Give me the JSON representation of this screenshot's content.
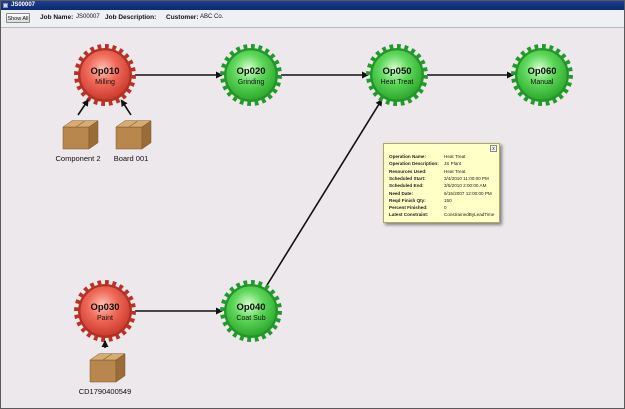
{
  "window": {
    "title": "JS00007"
  },
  "toolbar": {
    "show_all_label": "Show All",
    "job_name_label": "Job Name:",
    "job_name_value": "JS00007",
    "job_description_label": "Job Description:",
    "job_description_value": "",
    "customer_label": "Customer:",
    "customer_value": "ABC Co."
  },
  "colors": {
    "completed_node": "#e04a3a",
    "pending_node": "#3cc43c",
    "tooltip_bg": "#ffffc8"
  },
  "operations": [
    {
      "id": "Op010",
      "name": "Milling",
      "status": "completed"
    },
    {
      "id": "Op020",
      "name": "Grinding",
      "status": "pending"
    },
    {
      "id": "Op050",
      "name": "Heat Treat",
      "status": "pending"
    },
    {
      "id": "Op060",
      "name": "Manual",
      "status": "pending"
    },
    {
      "id": "Op030",
      "name": "Paint",
      "status": "completed"
    },
    {
      "id": "Op040",
      "name": "Coat Sub",
      "status": "pending"
    }
  ],
  "materials": [
    {
      "name": "Component 2",
      "feeds": "Op010",
      "icon": "box-icon"
    },
    {
      "name": "Board 001",
      "feeds": "Op010",
      "icon": "box-icon"
    },
    {
      "name": "CD1790400549",
      "feeds": "Op030",
      "icon": "box-icon"
    }
  ],
  "edges": [
    [
      "Op010",
      "Op020"
    ],
    [
      "Op020",
      "Op050"
    ],
    [
      "Op050",
      "Op060"
    ],
    [
      "Op030",
      "Op040"
    ],
    [
      "Op040",
      "Op050"
    ]
  ],
  "tooltip": {
    "close_label": "x",
    "rows": [
      {
        "label": "Operation Name:",
        "value": "Heat Treat"
      },
      {
        "label": "Operation Description:",
        "value": "JS Plant"
      },
      {
        "label": "Resources Used:",
        "value": "Heat Treat"
      },
      {
        "label": "Scheduled Start:",
        "value": "3/4/2010 11:00:00 PM"
      },
      {
        "label": "Scheduled End:",
        "value": "3/5/2010 2:00:00 AM"
      },
      {
        "label": "Need Date:",
        "value": "6/15/2007 12:00:00 PM"
      },
      {
        "label": "Reqd Finish Qty:",
        "value": "150"
      },
      {
        "label": "Percent Finished:",
        "value": "0"
      },
      {
        "label": "Latest Constraint:",
        "value": "ConstrainedByLeadTime"
      }
    ]
  }
}
